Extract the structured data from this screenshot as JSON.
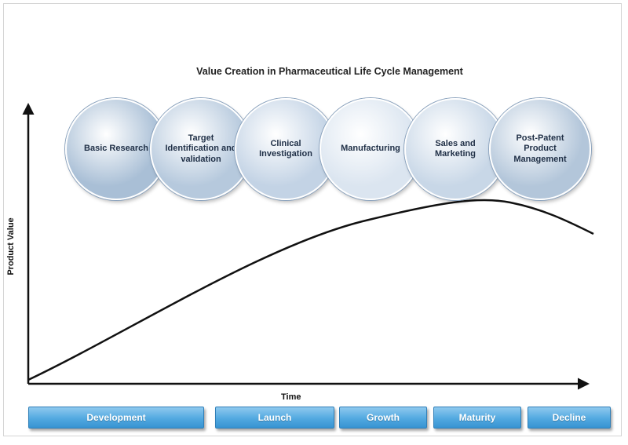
{
  "title": "Value Creation in Pharmaceutical Life Cycle Management",
  "y_axis_label": "Product Value",
  "x_axis_label": "Time",
  "stages": [
    {
      "label": "Basic Research",
      "color": "#a9bfd6"
    },
    {
      "label": "Target Identification and validation",
      "color": "#b6c9dd"
    },
    {
      "label": "Clinical Investigation",
      "color": "#c3d3e5"
    },
    {
      "label": "Manufacturing",
      "color": "#dbe5f0"
    },
    {
      "label": "Sales and Marketing",
      "color": "#c8d7e7"
    },
    {
      "label": "Post-Patent Product Management",
      "color": "#b3c6da"
    }
  ],
  "phases": [
    "Development",
    "Launch",
    "Growth",
    "Maturity",
    "Decline"
  ],
  "curve_color": "#111111"
}
